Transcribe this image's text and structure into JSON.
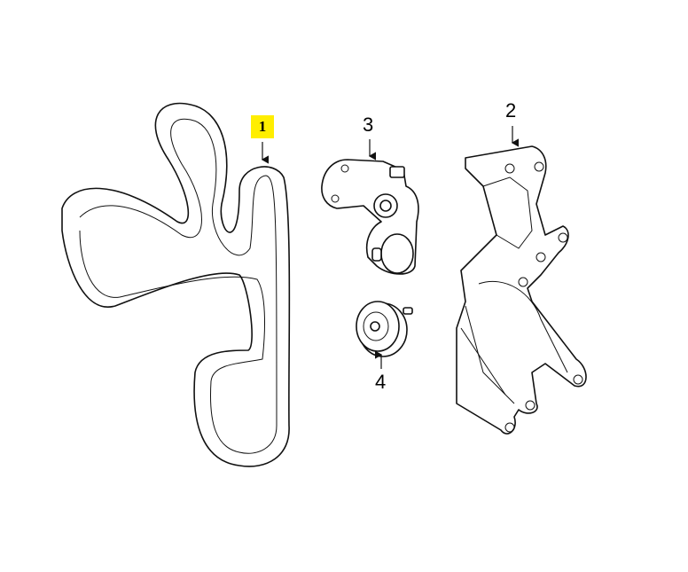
{
  "callouts": [
    {
      "id": "1",
      "label": "1",
      "highlighted": true,
      "part": "drive-belt"
    },
    {
      "id": "2",
      "label": "2",
      "highlighted": false,
      "part": "mounting-bracket"
    },
    {
      "id": "3",
      "label": "3",
      "highlighted": false,
      "part": "belt-tensioner"
    },
    {
      "id": "4",
      "label": "4",
      "highlighted": false,
      "part": "idler-pulley"
    }
  ],
  "colors": {
    "highlight": "#ffee00",
    "line": "#111111"
  }
}
